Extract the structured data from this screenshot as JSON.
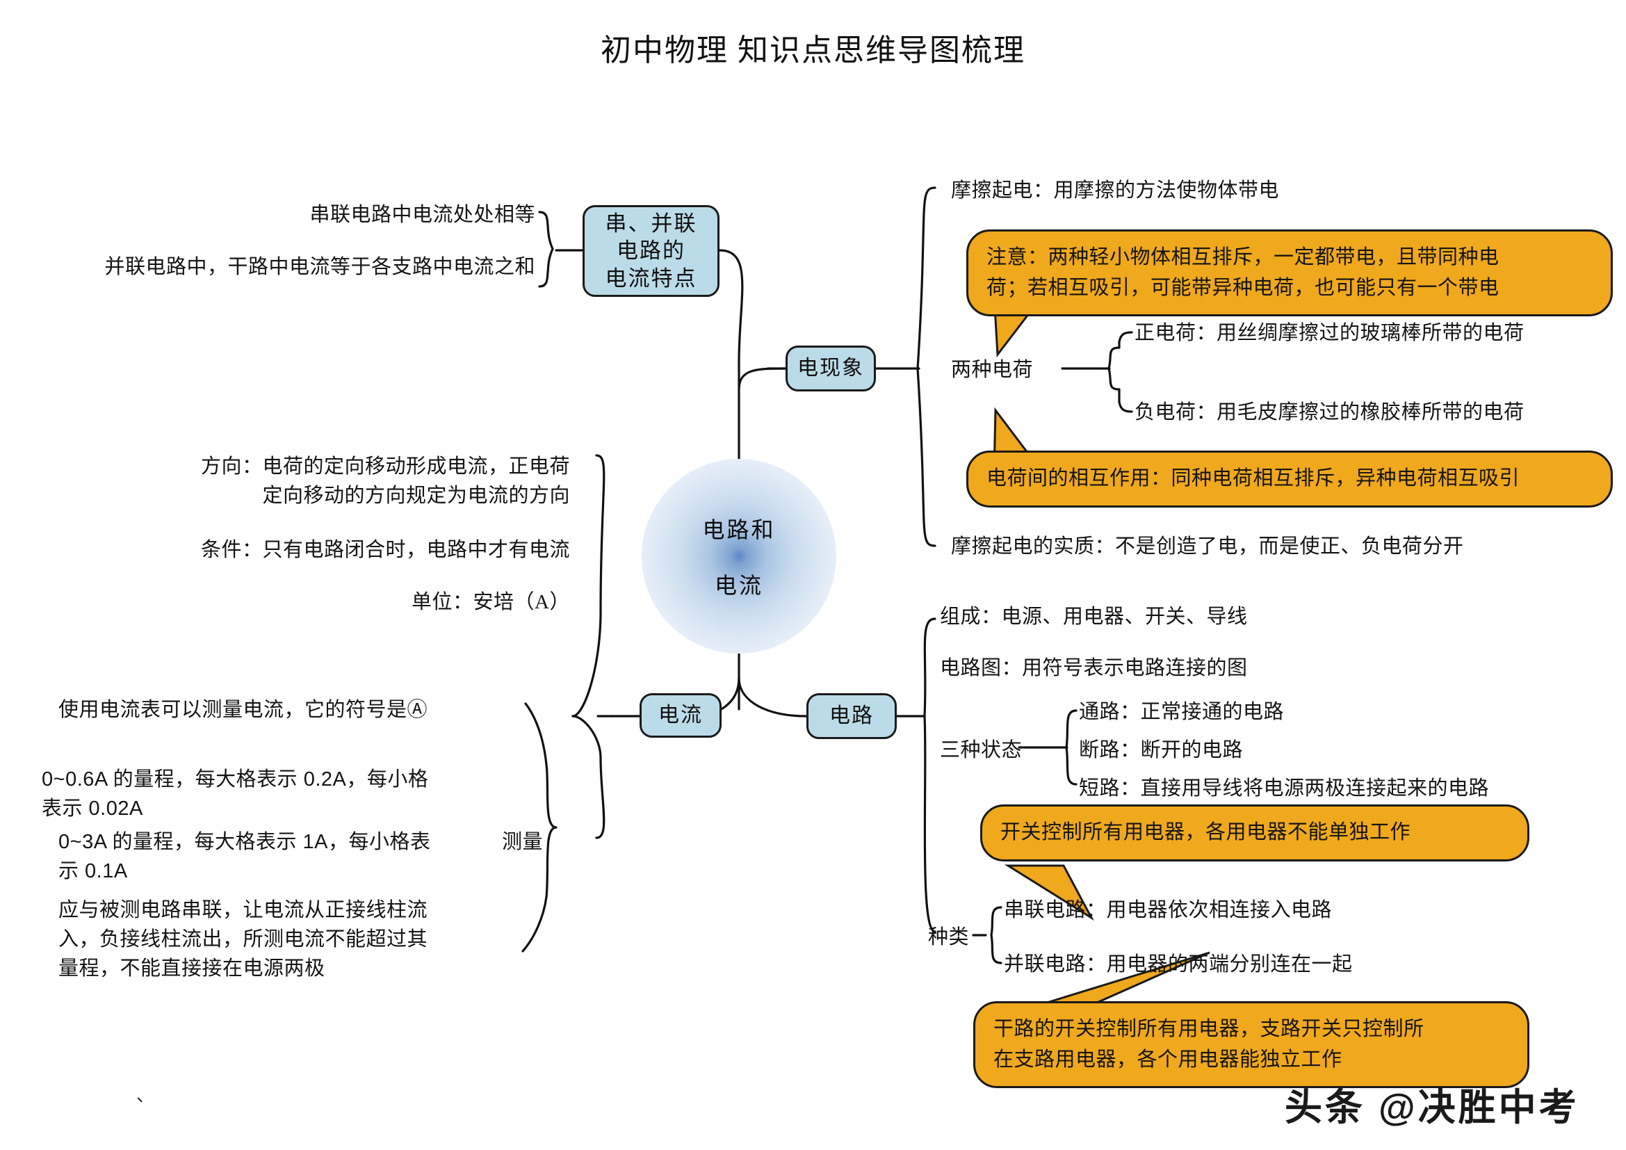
{
  "page": {
    "title": "初中物理  知识点思维导图梳理",
    "watermark": "头条 @决胜中考",
    "stray_mark": "、"
  },
  "colors": {
    "node_fill": "#bcdbe8",
    "node_border": "#1b1b1b",
    "callout_fill": "#F0A81C",
    "callout_border": "#1a1a1a",
    "center_core": "#5b87c4",
    "line": "#111111"
  },
  "central_node": {
    "line1": "电路和",
    "line2": "电流"
  },
  "branches": {
    "series_parallel_current": {
      "label": "串、并联\n电路的\n电流特点",
      "items": [
        "串联电路中电流处处相等",
        "并联电路中，干路中电流等于各支路中电流之和"
      ]
    },
    "electric_phenomena": {
      "label": "电现象",
      "items": [
        {
          "name": "friction-electrification",
          "text": "摩擦起电：用摩擦的方法使物体带电"
        },
        {
          "name": "two-charges",
          "text": "两种电荷"
        },
        {
          "name": "friction-essence",
          "text": "摩擦起电的实质：不是创造了电，而是使正、负电荷分开"
        }
      ],
      "two_charges_children": [
        "正电荷：用丝绸摩擦过的玻璃棒所带的电荷",
        "负电荷：用毛皮摩擦过的橡胶棒所带的电荷"
      ],
      "callouts": [
        "注意：两种轻小物体相互排斥，一定都带电，且带同种电\n荷；若相互吸引，可能带异种电荷，也可能只有一个带电",
        "电荷间的相互作用：同种电荷相互排斥，异种电荷相互吸引"
      ]
    },
    "current": {
      "label": "电流",
      "items": [
        "方向：电荷的定向移动形成电流，正电荷\n定向移动的方向规定为电流的方向",
        "条件：只有电路闭合时，电路中才有电流",
        "单位：安培（A）"
      ],
      "measurement": {
        "label": "测量",
        "items": [
          "使用电流表可以测量电流，它的符号是Ⓐ",
          "0~0.6A 的量程，每大格表示 0.2A，每小格\n表示 0.02A",
          "0~3A 的量程，每大格表示 1A，每小格表\n示 0.1A",
          "应与被测电路串联，让电流从正接线柱流\n入，负接线柱流出，所测电流不能超过其\n量程，不能直接接在电源两极"
        ]
      }
    },
    "circuit": {
      "label": "电路",
      "items": [
        {
          "name": "composition",
          "text": "组成：电源、用电器、开关、导线"
        },
        {
          "name": "schematic",
          "text": "电路图：用符号表示电路连接的图"
        },
        {
          "name": "three-states",
          "text": "三种状态"
        },
        {
          "name": "types",
          "text": "种类"
        }
      ],
      "three_states_children": [
        "通路：正常接通的电路",
        "断路：断开的电路",
        "短路：直接用导线将电源两极连接起来的电路"
      ],
      "types_children": [
        "串联电路：用电器依次相连接入电路",
        "并联电路：用电器的两端分别连在一起"
      ],
      "callouts": [
        "开关控制所有用电器，各用电器不能单独工作",
        "干路的开关控制所有用电器，支路开关只控制所\n在支路用电器，各个用电器能独立工作"
      ]
    }
  }
}
